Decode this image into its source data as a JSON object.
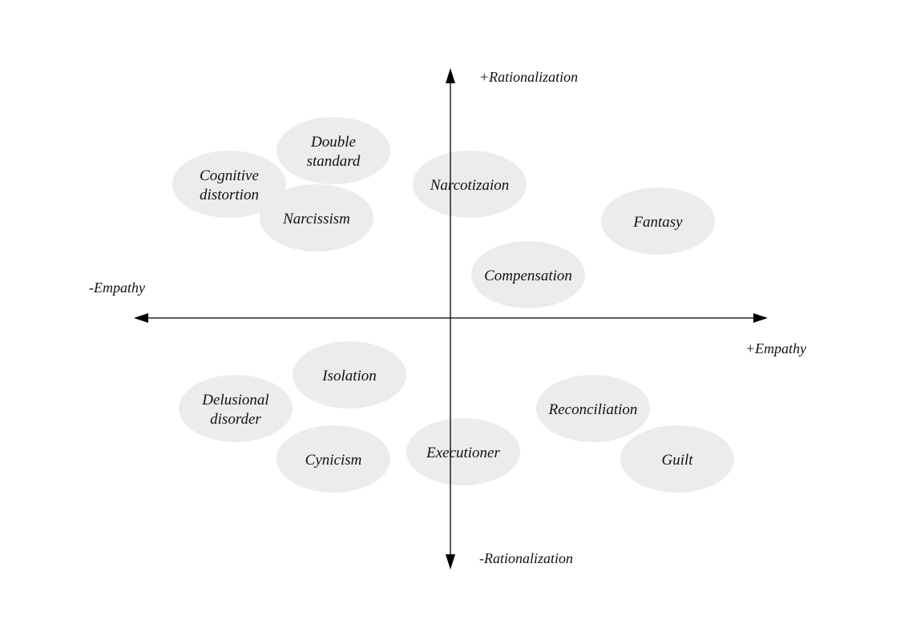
{
  "axes": {
    "y_positive": "+Rationalization",
    "y_negative": "-Rationalization",
    "x_negative": "-Empathy",
    "x_positive": "+Empathy"
  },
  "concepts": [
    {
      "id": "double-standard",
      "lines": [
        "Double",
        "standard"
      ]
    },
    {
      "id": "cognitive-distortion",
      "lines": [
        "Cognitive",
        "distortion"
      ]
    },
    {
      "id": "narcissism",
      "lines": [
        "Narcissism"
      ]
    },
    {
      "id": "narcotizaion",
      "lines": [
        "Narcotizaion"
      ]
    },
    {
      "id": "fantasy",
      "lines": [
        "Fantasy"
      ]
    },
    {
      "id": "compensation",
      "lines": [
        "Compensation"
      ]
    },
    {
      "id": "isolation",
      "lines": [
        "Isolation"
      ]
    },
    {
      "id": "delusional-disorder",
      "lines": [
        "Delusional",
        "disorder"
      ]
    },
    {
      "id": "cynicism",
      "lines": [
        "Cynicism"
      ]
    },
    {
      "id": "executioner",
      "lines": [
        "Executioner"
      ]
    },
    {
      "id": "reconciliation",
      "lines": [
        "Reconciliation"
      ]
    },
    {
      "id": "guilt",
      "lines": [
        "Guilt"
      ]
    }
  ],
  "colors": {
    "bubble": "#ececec",
    "axis": "#000000",
    "text": "#111111"
  }
}
